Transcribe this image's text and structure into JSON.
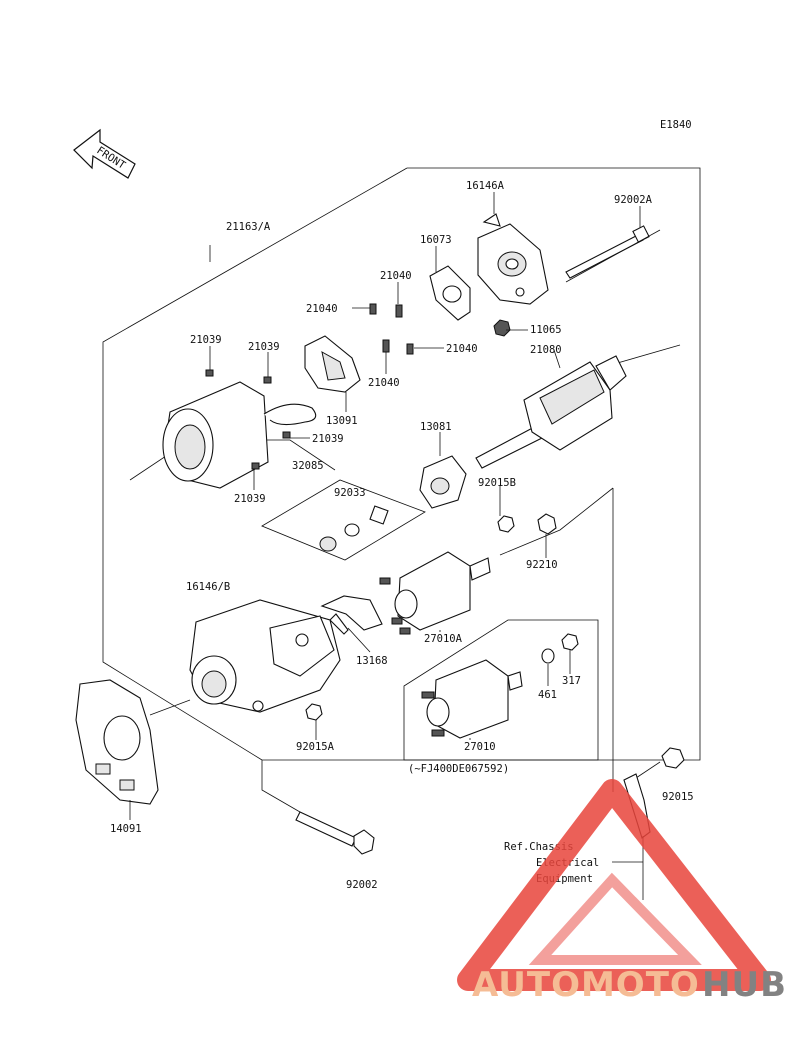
{
  "diagram": {
    "code": "E1840",
    "front_arrow": "FRONT",
    "labels": {
      "l21163": "21163/A",
      "l16146A": "16146A",
      "l92002A": "92002A",
      "l16073": "16073",
      "l21040a": "21040",
      "l21040b": "21040",
      "l21040c": "21040",
      "l21040d": "21040",
      "l11065": "11065",
      "l21039a": "21039",
      "l21039b": "21039",
      "l21039c": "21039",
      "l21039d": "21039",
      "l13091": "13091",
      "l21080": "21080",
      "l13081": "13081",
      "l32085": "32085",
      "l92033": "92033",
      "l92015B": "92015B",
      "l92210": "92210",
      "l16146B": "16146/B",
      "l13168": "13168",
      "l27010A": "27010A",
      "l461": "461",
      "l317": "317",
      "l27010": "27010",
      "l92015A": "92015A",
      "l14091": "14091",
      "l92015": "92015",
      "l92002": "92002",
      "serial_note": "(~FJ400DE067592)",
      "ref1": "Ref.Chassis",
      "ref2": "Electrical",
      "ref3": "Equipment"
    },
    "watermark": {
      "part1": "AUTOMOTO",
      "part2": "HUB",
      "color1": "#f4b183",
      "color2": "#6d6d6d",
      "triangle_color": "#e8453c"
    }
  }
}
